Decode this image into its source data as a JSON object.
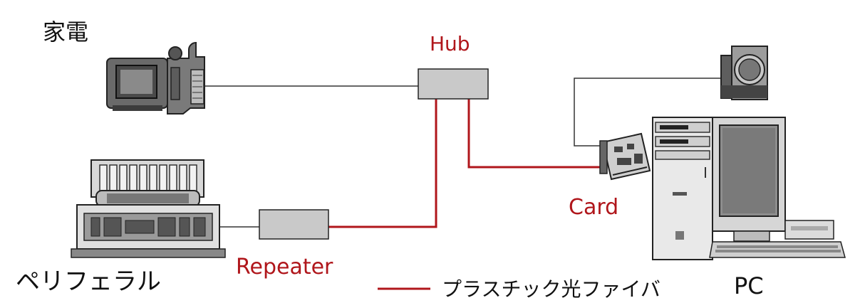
{
  "labels": {
    "consumer_electronics": "家電",
    "peripheral": "ペリフェラル",
    "hub": "Hub",
    "repeater": "Repeater",
    "card": "Card",
    "pc": "PC",
    "legend": "プラスチック光ファイバ"
  },
  "colors": {
    "fiber": "#b0161b",
    "label_red": "#b0161b",
    "wire": "#333333",
    "box": "#c9c9c9"
  },
  "icons": {
    "camcorder": "camcorder-icon",
    "printer": "printer-icon",
    "camera": "webcam-icon",
    "pc": "desktop-pc-icon",
    "card": "network-card-icon"
  }
}
